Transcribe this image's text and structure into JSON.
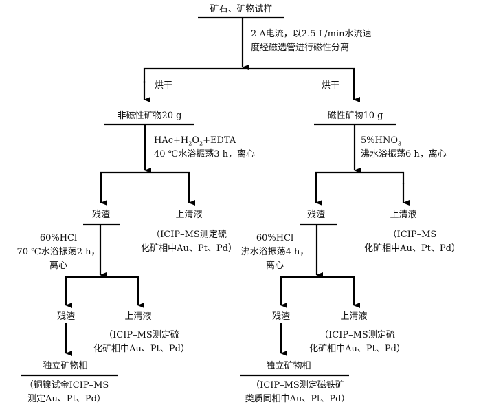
{
  "title": "矿石、矿物试样",
  "separation_step": [
    "2 A电流，以2.5 L/min水流速",
    "度经磁选管进行磁性分离"
  ],
  "left_branch": {
    "dry_label": "烘干",
    "sample": "非磁性矿物20 g",
    "leach_reagents": "HAc+H2O2+EDTA",
    "leach_conditions": "40 ℃水浴振荡3 h，离心",
    "residue_1": "残渣",
    "supernatant_1": "上清液",
    "supernatant_1_note": [
      "（ICIP–MS测定硫",
      "化矿相中Au、Pt、Pd）"
    ],
    "acid_step": [
      "60%HCl",
      "70 ℃水浴振荡2 h，",
      "离心"
    ],
    "residue_2": "残渣",
    "supernatant_2": "上清液",
    "supernatant_2_note": [
      "（ICIP–MS测定硫",
      "化矿相中Au、Pt、Pd）"
    ],
    "final_phase": "独立矿物相",
    "final_note": [
      "（铜镍试金ICIP–MS",
      "测定Au、Pt、Pd）"
    ]
  },
  "right_branch": {
    "dry_label": "烘干",
    "sample": "磁性矿物10 g",
    "leach_reagents": "5%HNO3",
    "leach_conditions": "沸水浴振荡6 h，离心",
    "residue_1": "残渣",
    "supernatant_1": "上清液",
    "supernatant_1_note": [
      "（ICIP–MS",
      "化矿相中Au、Pt、Pd）"
    ],
    "acid_step": [
      "60%HCl",
      "沸水浴振荡4 h，",
      "离心"
    ],
    "residue_2": "残渣",
    "supernatant_2": "上清液",
    "supernatant_2_note": [
      "（ICIP–MS测定硫",
      "化矿相中Au、Pt、Pd）"
    ],
    "final_phase": "独立矿物相",
    "final_note": [
      "（ICIP–MS测定磁铁矿",
      "类质同相中Au、Pt、Pd）"
    ]
  }
}
